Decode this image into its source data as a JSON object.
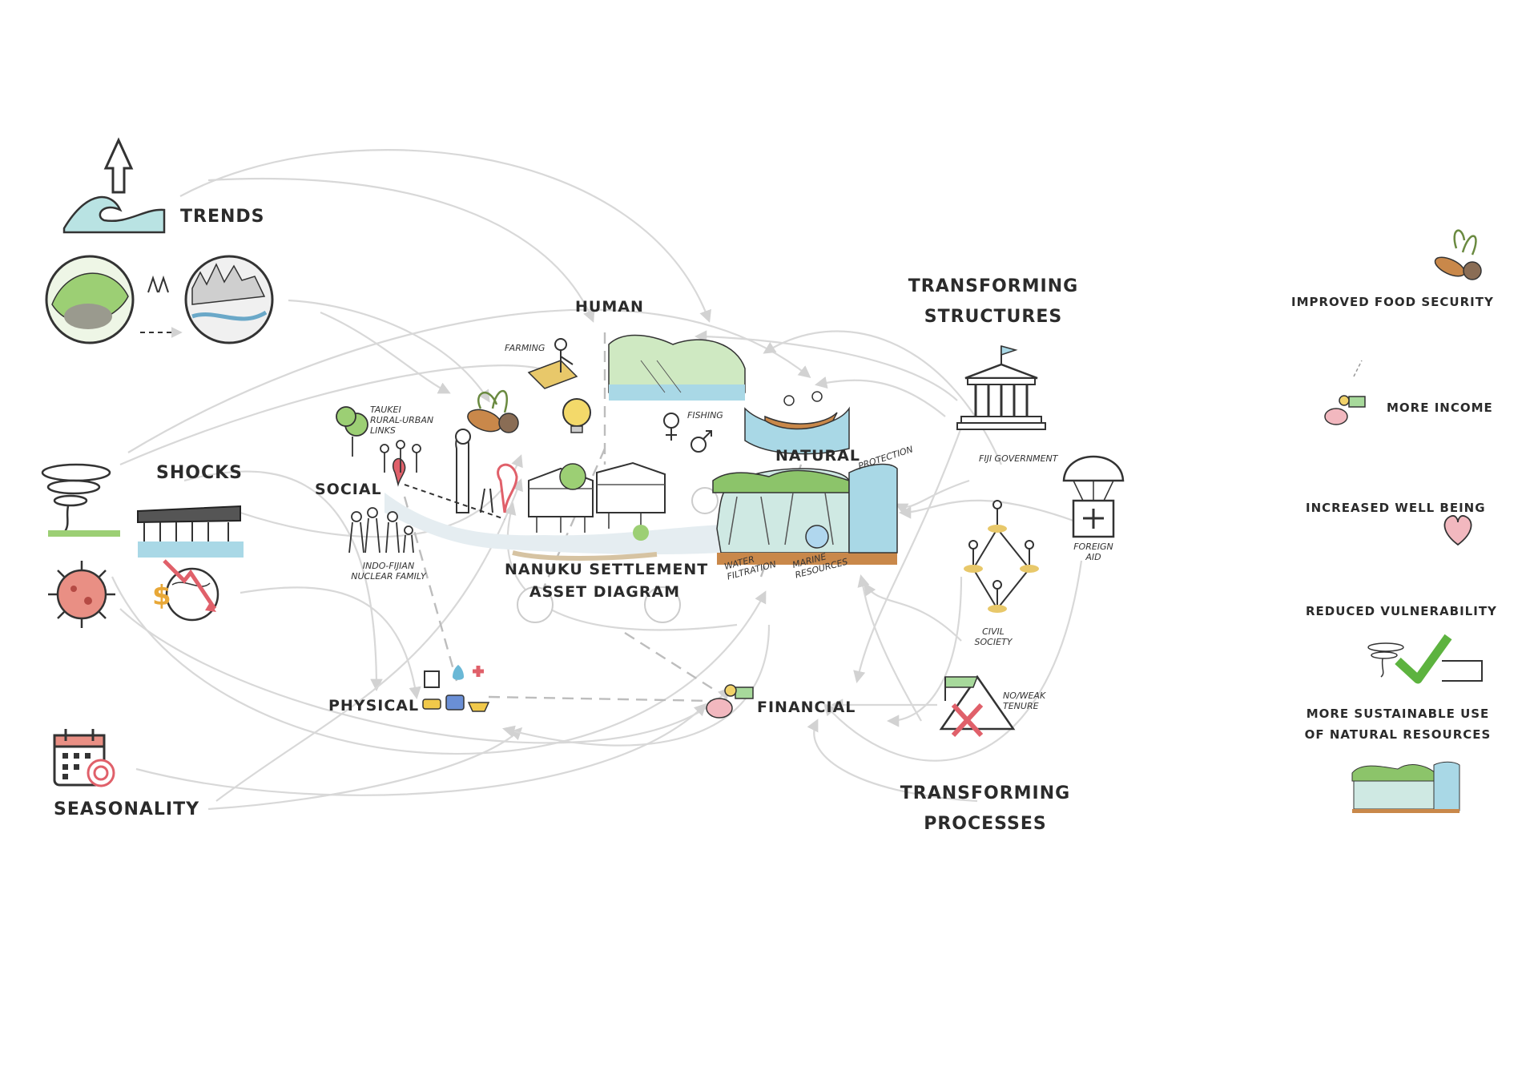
{
  "drivers": {
    "trends": "TRENDS",
    "shocks": "SHOCKS",
    "seasonality": "SEASONALITY"
  },
  "pentagon": {
    "title_line1": "NANUKU SETTLEMENT",
    "title_line2": "ASSET DIAGRAM",
    "human": "HUMAN",
    "natural": "NATURAL",
    "social": "SOCIAL",
    "physical": "PHYSICAL",
    "financial": "FINANCIAL",
    "farming": "FARMING",
    "fishing": "FISHING",
    "taukei_links": "TAUKEI RURAL-URBAN LINKS",
    "indo_fijian": "INDO-FIJIAN NUCLEAR FAMILY",
    "protection": "PROTECTION",
    "water_filtration": "WATER FILTRATION",
    "marine_resources": "MARINE RESOURCES"
  },
  "transforming": {
    "structures_line1": "TRANSFORMING",
    "structures_line2": "STRUCTURES",
    "processes_line1": "TRANSFORMING",
    "processes_line2": "PROCESSES",
    "fiji_government": "FIJI GOVERNMENT",
    "civil_society": "CIVIL SOCIETY",
    "foreign_aid": "FOREIGN AID",
    "no_weak_tenure": "NO/WEAK TENURE"
  },
  "outcomes": {
    "food_security": "IMPROVED FOOD SECURITY",
    "more_income": "MORE INCOME",
    "well_being": "INCREASED WELL BEING",
    "vulnerability": "REDUCED VULNERABILITY",
    "sustainable_line1": "MORE SUSTAINABLE USE",
    "sustainable_line2": "OF NATURAL RESOURCES"
  },
  "colors": {
    "arrow": "#d6d6d6",
    "sea": "#a9d8e6",
    "foliage": "#8cc46a",
    "heart": "#f2b8bf",
    "check": "#5db33f",
    "accent_red": "#e0606a",
    "gold": "#e8c86a",
    "soil": "#c9884a"
  },
  "icons": [
    "wave-arrow-icon",
    "urbanisation-icon",
    "tornado-icon",
    "flooded-house-icon",
    "virus-icon",
    "economic-decline-icon",
    "calendar-icon",
    "parliament-icon",
    "aid-parachute-icon",
    "network-icon",
    "tenure-flag-icon",
    "food-icon",
    "piggy-bank-icon",
    "heart-icon",
    "checkmark-icon",
    "mangrove-icon"
  ]
}
